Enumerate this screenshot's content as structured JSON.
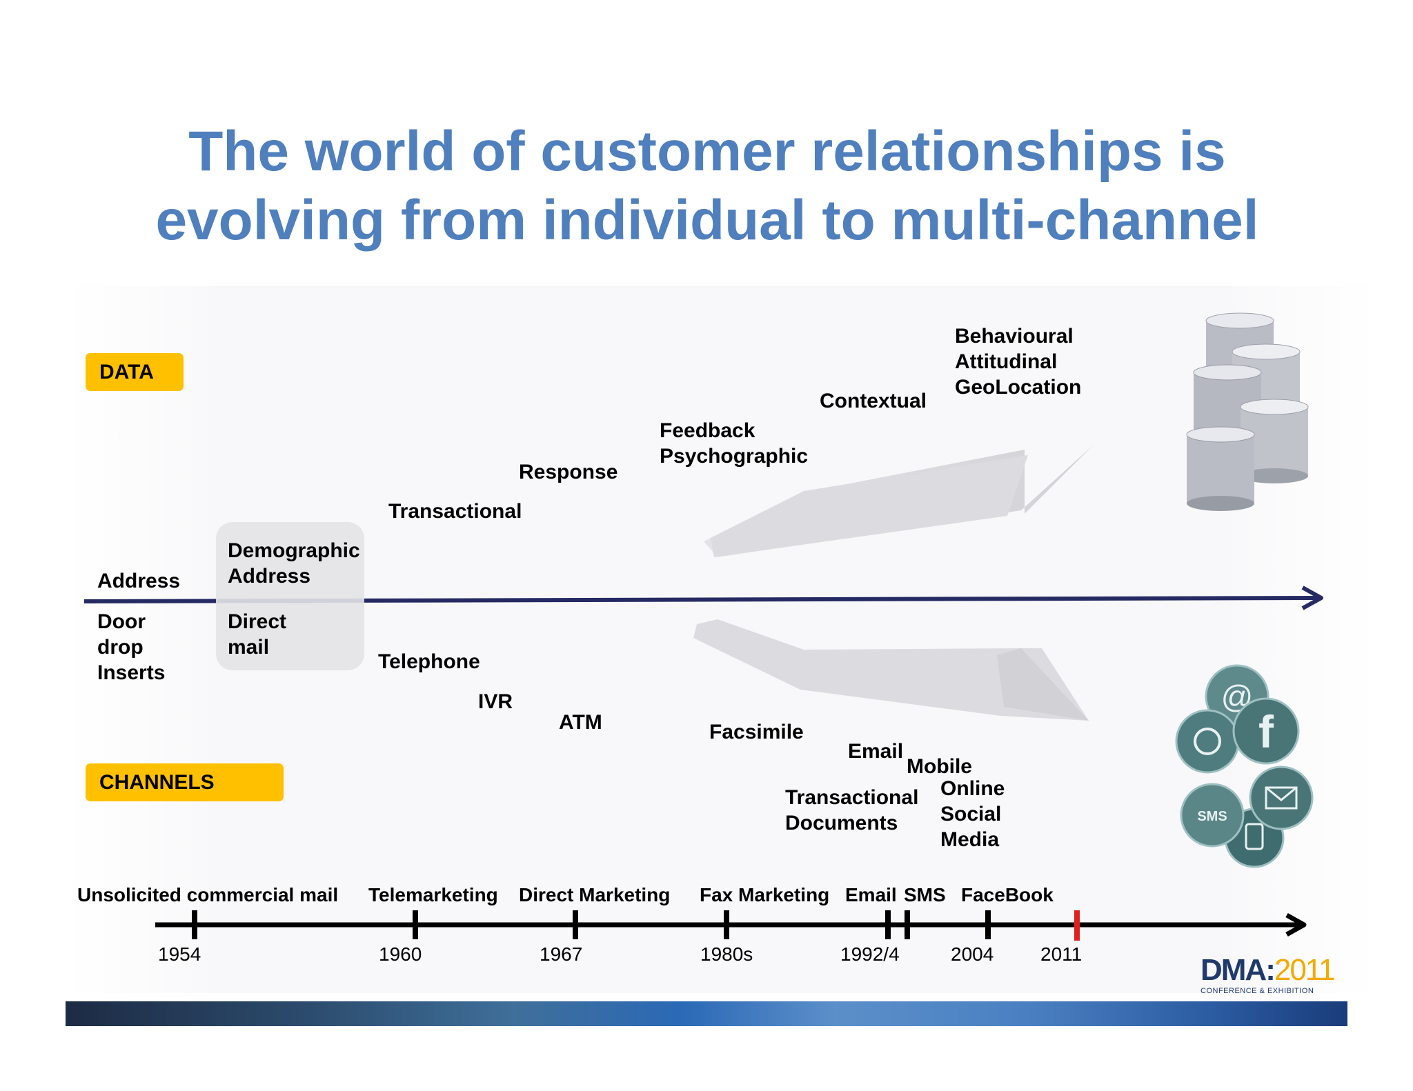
{
  "title": "The world of customer relationships is evolving from individual to multi-channel",
  "colors": {
    "title": "#4f7fbd",
    "tag": "#ffc000",
    "axis": "#252a63",
    "highlight_tick": "#e02020"
  },
  "tags": {
    "data": "DATA",
    "channels": "CHANNELS"
  },
  "data_labels": {
    "address": "Address",
    "demographic": [
      "Demographic",
      "Address"
    ],
    "transactional": "Transactional",
    "response": "Response",
    "feedback": [
      "Feedback",
      "Psychographic"
    ],
    "contextual": "Contextual",
    "behavioural": [
      "Behavioural",
      "Attitudinal",
      "GeoLocation"
    ]
  },
  "channel_labels": {
    "door_drop": [
      "Door",
      "drop",
      "Inserts"
    ],
    "direct_mail": [
      "Direct",
      "mail"
    ],
    "telephone": "Telephone",
    "ivr": "IVR",
    "atm": "ATM",
    "facsimile": "Facsimile",
    "email": "Email",
    "mobile": "Mobile",
    "transactional_documents": [
      "Transactional",
      "Documents"
    ],
    "online_social": [
      "Online",
      "Social",
      "Media"
    ]
  },
  "timeline": {
    "eras": [
      "Unsolicited commercial mail",
      "Telemarketing",
      "Direct Marketing",
      "Fax Marketing",
      "Email",
      "SMS",
      "FaceBook"
    ],
    "years": [
      "1954",
      "1960",
      "1967",
      "1980s",
      "1992/4",
      "2004",
      "2011"
    ]
  },
  "icons": {
    "data": "database-cylinders-icon",
    "channels": "channel-bubbles-icon",
    "bubbles": [
      "@",
      "f",
      "SMS",
      "envelope",
      "headset",
      "phone",
      "bird"
    ]
  },
  "logo": {
    "main": "DMA:",
    "year": "2011",
    "sub": "CONFERENCE & EXHIBITION"
  }
}
